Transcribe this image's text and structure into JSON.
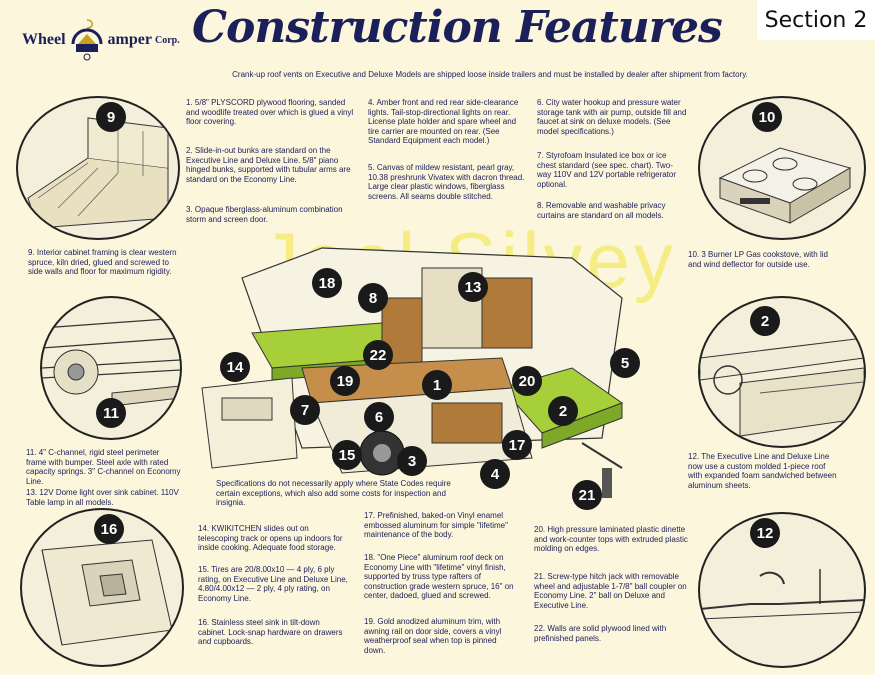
{
  "header": {
    "logo": {
      "wheel": "Wheel",
      "camper": "amper",
      "corp": "Corp."
    },
    "title": "Construction Features",
    "section": "Section 2",
    "subtitle": "Crank-up roof vents on Executive and Deluxe Models are shipped loose inside trailers and must be installed by dealer after shipment from factory."
  },
  "watermark": "Joel Silvey",
  "features": {
    "f1": {
      "num": "1.",
      "text": "5/8\" PLYSCORD plywood flooring, sanded and woodlife treated over which is glued a vinyl floor covering."
    },
    "f2": {
      "num": "2.",
      "text": "Slide-in-out bunks are standard on the Executive Line and Deluxe Line. 5/8\" piano hinged bunks, supported with tubular arms are standard on the Economy Line."
    },
    "f3": {
      "num": "3.",
      "text": "Opaque fiberglass-aluminum combination storm and screen door."
    },
    "f4": {
      "num": "4.",
      "text": "Amber front and red rear side-clearance lights. Tail-stop-directional lights on rear. License plate holder and spare wheel and tire carrier are mounted on rear. (See Standard Equipment each model.)"
    },
    "f5": {
      "num": "5.",
      "text": "Canvas of mildew resistant, pearl gray, 10.38 preshrunk Vivatex with dacron thread. Large clear plastic windows, fiberglass screens. All seams double stitched."
    },
    "f6": {
      "num": "6.",
      "text": "City water hookup and pressure water storage tank with air pump, outside fill and faucet at sink on deluxe models. (See model specifications.)"
    },
    "f7": {
      "num": "7.",
      "text": "Styrofoam Insulated ice box or ice chest standard (see spec. chart). Two-way 110V and 12V portable refrigerator optional."
    },
    "f8": {
      "num": "8.",
      "text": "Removable and washable privacy curtains are standard on all models."
    },
    "f9": {
      "num": "9.",
      "text": "Interior cabinet framing is clear western spruce, kiln dried, glued and screwed to side walls and floor for maximum rigidity."
    },
    "f10": {
      "num": "10.",
      "text": "3 Burner LP Gas cookstove, with lid and wind deflector for outside use."
    },
    "f11": {
      "num": "11.",
      "text": "4\" C-channel, rigid steel perimeter frame with bumper. Steel axle with rated capacity springs. 3\" C-channel on Economy Line."
    },
    "f12": {
      "num": "12.",
      "text": "The Executive Line and Deluxe Line now use a custom molded 1-piece roof with expanded foam sandwiched between aluminum sheets."
    },
    "f13": {
      "num": "13.",
      "text": "12V Dome light over sink cabinet. 110V Table lamp in all models."
    },
    "f14": {
      "num": "14.",
      "text": "KWIKITCHEN slides out on telescoping track or opens up indoors for inside cooking. Adequate food storage."
    },
    "f15": {
      "num": "15.",
      "text": "Tires are 20/8.00x10 — 4 ply, 6 ply rating, on Executive Line and Deluxe Line, 4.80/4.00x12 — 2 ply, 4 ply rating, on Economy Line."
    },
    "f16": {
      "num": "16.",
      "text": "Stainless steel sink in tilt-down cabinet. Lock-snap hardware on drawers and cupboards."
    },
    "f17": {
      "num": "17.",
      "text": "Prefinished, baked-on Vinyl enamel embossed aluminum for simple \"lifetime\" maintenance of the body."
    },
    "f18": {
      "num": "18.",
      "text": "\"One Piece\" aluminum roof deck on Economy Line with \"lifetime\" vinyl finish, supported by truss type rafters of construction grade western spruce, 16\" on center, dadoed, glued and screwed."
    },
    "f19": {
      "num": "19.",
      "text": "Gold anodized aluminum trim, with awning rail on door side, covers a vinyl weatherproof seal when top is pinned down."
    },
    "f20": {
      "num": "20.",
      "text": "High pressure laminated plastic dinette and work-counter tops with extruded plastic molding on edges."
    },
    "f21": {
      "num": "21.",
      "text": "Screw-type hitch jack with removable wheel and adjustable 1-7/8\" ball coupler on Economy Line. 2\" ball on Deluxe and Executive Line."
    },
    "f22": {
      "num": "22.",
      "text": "Walls are solid plywood lined with prefinished panels."
    }
  },
  "spec_note": "Specifications do not necessarily apply where State Codes require certain exceptions, which also add some costs for inspection and insignia.",
  "detail_circles": [
    "9",
    "10",
    "11",
    "2",
    "16",
    "12"
  ],
  "callouts": [
    "18",
    "8",
    "13",
    "22",
    "14",
    "19",
    "1",
    "20",
    "5",
    "7",
    "6",
    "2",
    "17",
    "15",
    "3",
    "4",
    "21"
  ],
  "colors": {
    "ink": "#1b1f5a",
    "cushion_green": "#a6cf3a",
    "wood": "#b07a3a",
    "paper": "#fbf6dc",
    "watermark": "#f0e63c"
  }
}
